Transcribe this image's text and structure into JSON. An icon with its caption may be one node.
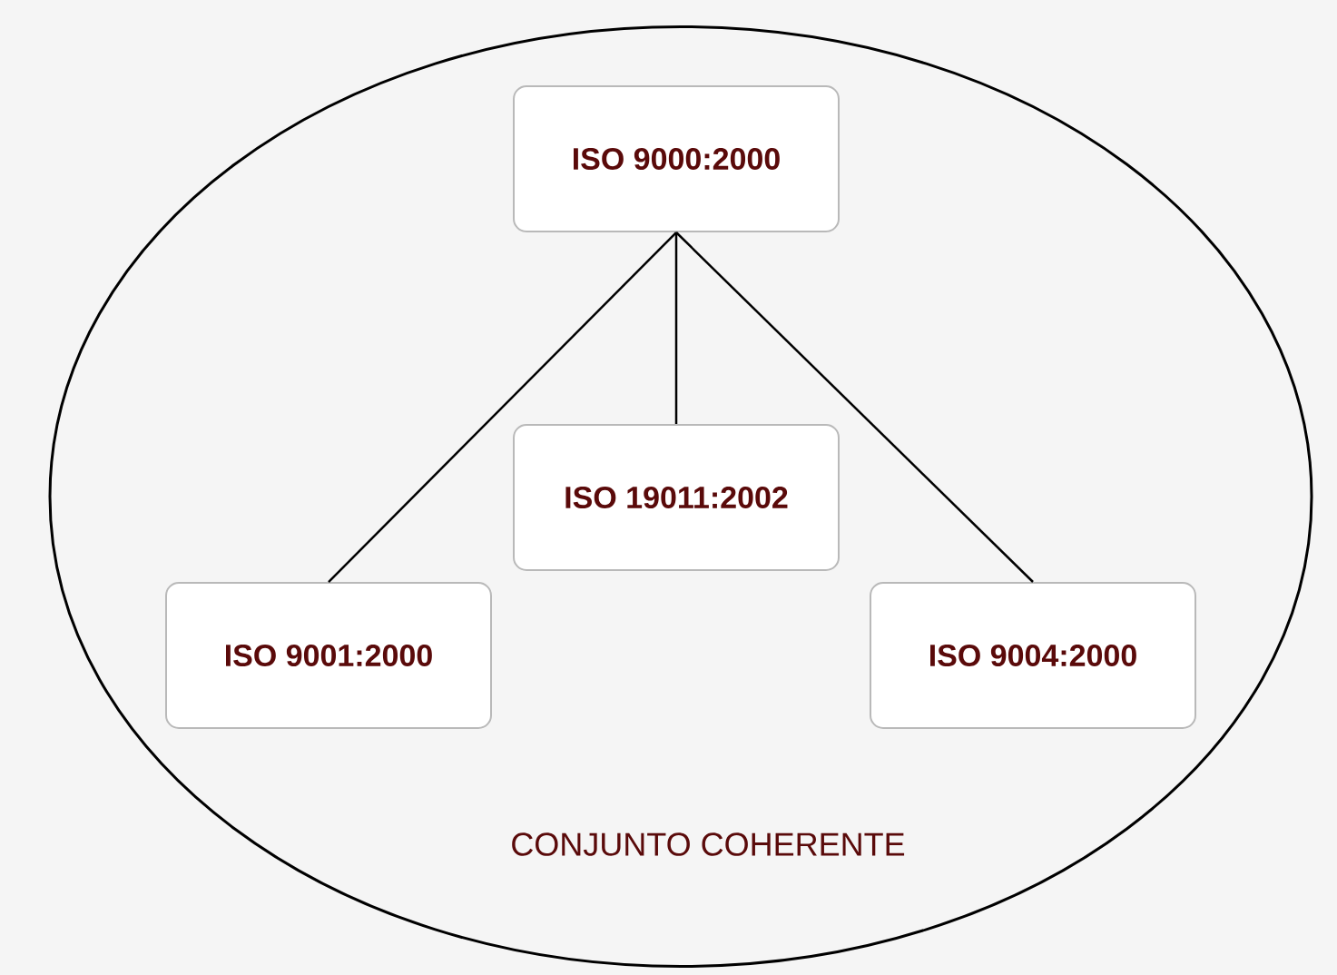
{
  "diagram": {
    "nodes": [
      {
        "text": [
          "CONJUNTO COHERENTE"
        ]
      },
      {
        "text": [
          "ISO 9000:2000"
        ],
        "in": 0
      },
      {
        "text": [
          "ISO 19011:2002"
        ],
        "in": 0
      },
      {
        "text": [
          "ISO 9001:2000"
        ],
        "in": 0
      },
      {
        "text": [
          "ISO 9004:2000"
        ],
        "in": 0
      }
    ],
    "edges": [
      {
        "from": 1,
        "to": 3,
        "arrow": "none"
      },
      {
        "from": 1,
        "to": 2,
        "arrow": "none"
      },
      {
        "from": 1,
        "to": 4,
        "arrow": "none"
      }
    ]
  }
}
